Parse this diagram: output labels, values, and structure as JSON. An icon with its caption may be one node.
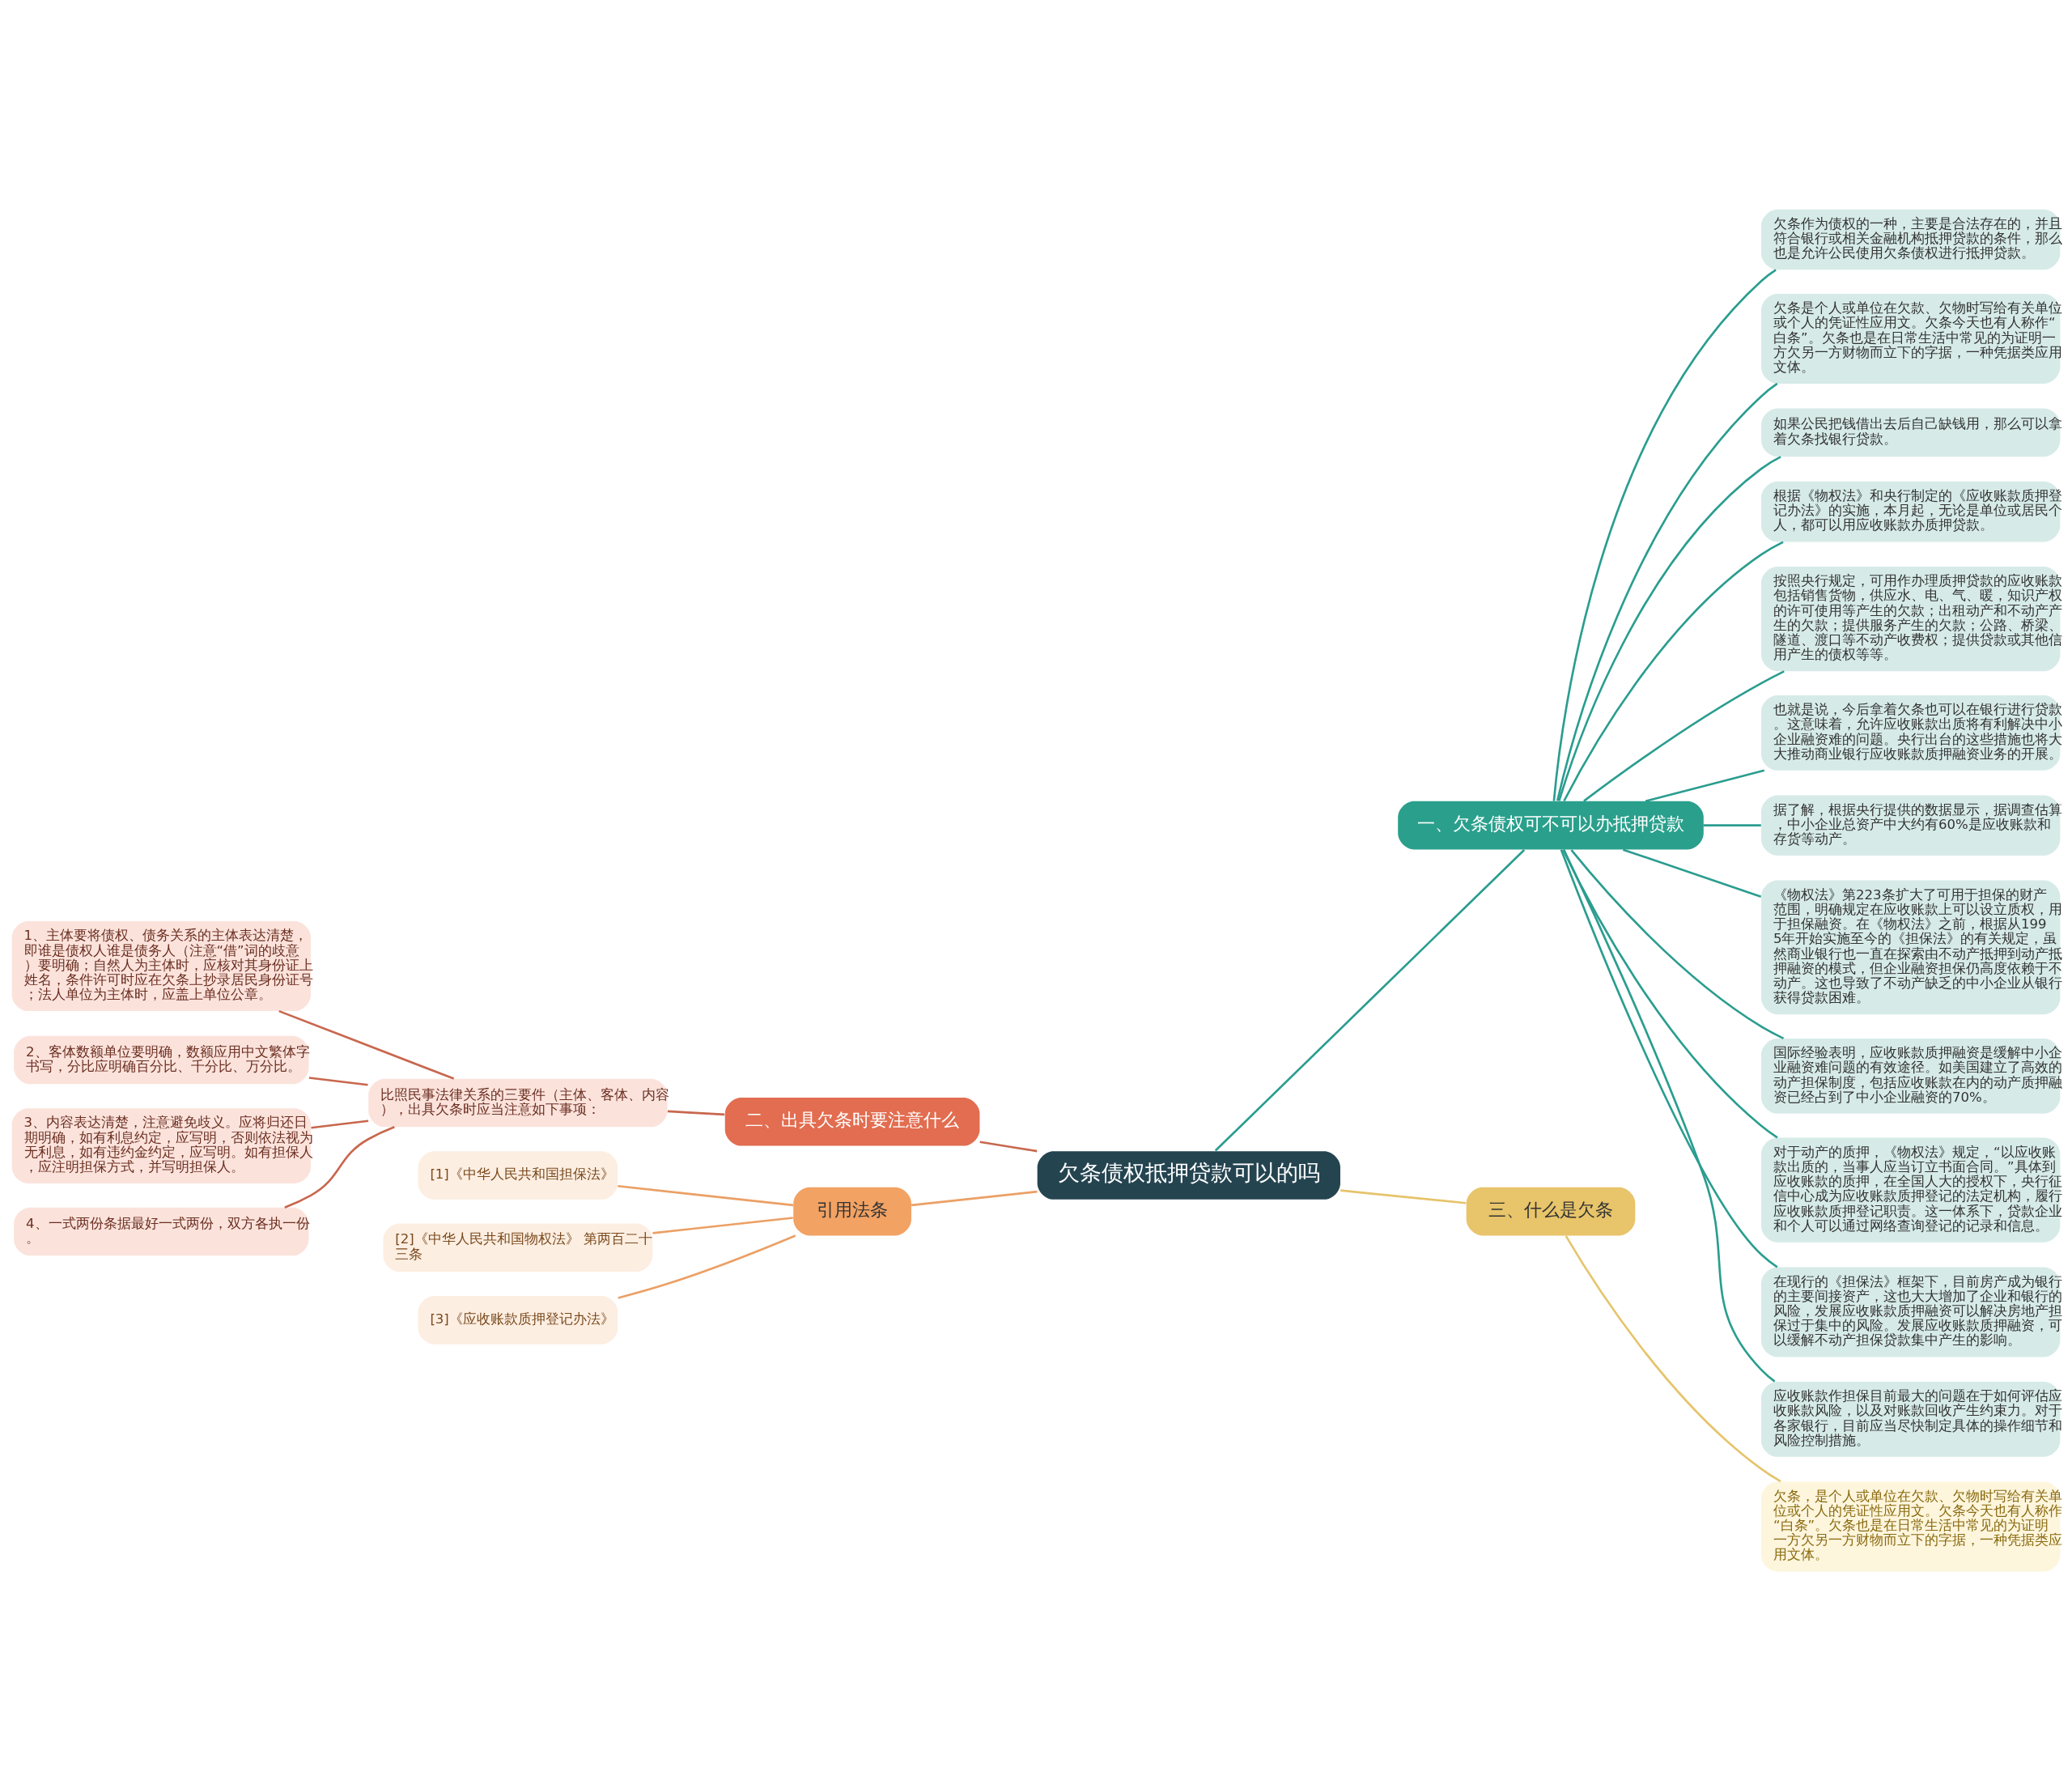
{
  "diagram": {
    "nodes": [
      {
        "text": [
          "欠条债权抵押贷款可以的吗"
        ]
      },
      {
        "text": [
          "一、欠条债权可不可以办抵押贷款"
        ]
      },
      {
        "text": [
          "欠条作为债权的一种，主要是合法存在的，并且符合银行或相关金融机构抵押贷款的条件，那么也是允许公民使用欠条债权进行抵押贷款。"
        ]
      },
      {
        "text": [
          "欠条是个人或单位在欠款、欠物时写给有关单位或个人的凭证性应用文。欠条今天也有人称作“白条”。欠条也是在日常生活中常见的为证明一方欠另一方财物而立下的字据，一种凭据类应用文体。"
        ]
      },
      {
        "text": [
          "如果公民把钱借出去后自己缺钱用，那么可以拿着欠条找银行贷款。"
        ]
      },
      {
        "text": [
          "根据《物权法》和央行制定的《应收账款质押登记办法》的实施，本月起，无论是单位或居民个人，都可以用应收账款办质押贷款。"
        ]
      },
      {
        "text": [
          "按照央行规定，可用作办理质押贷款的应收账款包括销售货物，供应水、电、气、暖，知识产权的许可使用等产生的欠款；出租动产和不动产产生的欠款；提供服务产生的欠款；公路、桥梁、隧道、渡口等不动产收费权；提供贷款或其他信用产生的债权等等。"
        ]
      },
      {
        "text": [
          "也就是说，今后拿着欠条也可以在银行进行贷款。这意味着，允许应收账款出质将有利解决中小企业融资难的问题。央行出台的这些措施也将大大推动商业银行应收账款质押融资业务的开展。"
        ]
      },
      {
        "text": [
          "据了解，根据央行提供的数据显示，据调查估算，中小企业总资产中大约有60%是应收账款和存货等动产。"
        ]
      },
      {
        "text": [
          "《物权法》第223条扩大了可用于担保的财产范围，明确规定在应收账款上可以设立质权，用于担保融资。在《物权法》之前，根据从1995年开始实施至今的《担保法》的有关规定，虽然商业银行也一直在探索由不动产抵押到动产抵押融资的模式，但企业融资担保仍高度依赖于不动产。这也导致了不动产缺乏的中小企业从银行获得贷款困难。"
        ]
      },
      {
        "text": [
          "国际经验表明，应收账款质押融资是缓解中小企业融资难问题的有效途径。如美国建立了高效的动产担保制度，包括应收账款在内的动产质押融资已经占到了中小企业融资的70%。"
        ]
      },
      {
        "text": [
          "对于动产的质押，《物权法》规定，“以应收账款出质的，当事人应当订立书面合同。”具体到应收账款的质押，在全国人大的授权下，央行征信中心成为应收账款质押登记的法定机构，履行应收账款质押登记职责。这一体系下，贷款企业和个人可以通过网络查询登记的记录和信息。"
        ]
      },
      {
        "text": [
          "在现行的《担保法》框架下，目前房产成为银行的主要间接资产，这也大大增加了企业和银行的风险，发展应收账款质押融资可以解决房地产担保过于集中的风险。发展应收账款质押融资，可以缓解不动产担保贷款集中产生的影响。"
        ]
      },
      {
        "text": [
          "应收账款作担保目前最大的问题在于如何评估应收账款风险，以及对账款回收产生约束力。对于各家银行，目前应当尽快制定具体的操作细节和风险控制措施。"
        ]
      },
      {
        "text": [
          "二、出具欠条时要注意什么"
        ]
      },
      {
        "text": [
          "比照民事法律关系的三要件（主体、客体、内容），出具欠条时应当注意如下事项："
        ]
      },
      {
        "text": [
          "1、主体要将债权、债务关系的主体表达清楚，即谁是债权人谁是债务人（注意“借”词的歧意）要明确；自然人为主体时，应核对其身份证上姓名，条件许可时应在欠条上抄录居民身份证号；法人单位为主体时，应盖上单位公章。"
        ]
      },
      {
        "text": [
          "2、客体数额单位要明确，数额应用中文繁体字书写，分比应明确百分比、千分比、万分比。"
        ]
      },
      {
        "text": [
          "3、内容表达清楚，注意避免歧义。应将归还日期明确，如有利息约定，应写明，否则依法视为无利息，如有违约金约定，应写明。如有担保人，应注明担保方式，并写明担保人。"
        ]
      },
      {
        "text": [
          "4、一式两份条据最好一式两份，双方各执一份。"
        ]
      },
      {
        "text": [
          "引用法条"
        ]
      },
      {
        "text": [
          "[1]《中华人民共和国担保法》"
        ]
      },
      {
        "text": [
          "[2]《中华人民共和国物权法》 第两百二十三条"
        ]
      },
      {
        "text": [
          "[3]《应收账款质押登记办法》"
        ]
      },
      {
        "text": [
          "三、什么是欠条"
        ]
      },
      {
        "text": [
          "欠条，是个人或单位在欠款、欠物时写给有关单位或个人的凭证性应用文。欠条今天也有人称作“白条”。欠条也是在日常生活中常见的为证明一方欠另一方财物而立下的字据，一种凭据类应用文体。"
        ]
      }
    ],
    "edges": [
      {
        "from": 0,
        "to": 1,
        "arrow": "none"
      },
      {
        "from": 1,
        "to": 2,
        "arrow": "none"
      },
      {
        "from": 1,
        "to": 3,
        "arrow": "none"
      },
      {
        "from": 1,
        "to": 4,
        "arrow": "none"
      },
      {
        "from": 1,
        "to": 5,
        "arrow": "none"
      },
      {
        "from": 1,
        "to": 6,
        "arrow": "none"
      },
      {
        "from": 1,
        "to": 7,
        "arrow": "none"
      },
      {
        "from": 1,
        "to": 8,
        "arrow": "none"
      },
      {
        "from": 1,
        "to": 9,
        "arrow": "none"
      },
      {
        "from": 1,
        "to": 10,
        "arrow": "none"
      },
      {
        "from": 1,
        "to": 11,
        "arrow": "none"
      },
      {
        "from": 1,
        "to": 12,
        "arrow": "none"
      },
      {
        "from": 1,
        "to": 13,
        "arrow": "none"
      },
      {
        "from": 0,
        "to": 14,
        "arrow": "none",
        "color": "#c8674e"
      },
      {
        "from": 14,
        "to": 15,
        "arrow": "none",
        "color": "#c8674e"
      },
      {
        "from": 15,
        "to": 16,
        "arrow": "none",
        "color": "#c8674e"
      },
      {
        "from": 15,
        "to": 17,
        "arrow": "none",
        "color": "#c8674e"
      },
      {
        "from": 15,
        "to": 18,
        "arrow": "none",
        "color": "#c8674e"
      },
      {
        "from": 15,
        "to": 19,
        "arrow": "none",
        "color": "#c8674e"
      },
      {
        "from": 0,
        "to": 20,
        "arrow": "none",
        "color": "#eba065"
      },
      {
        "from": 20,
        "to": 21,
        "arrow": "none",
        "color": "#eba065"
      },
      {
        "from": 20,
        "to": 22,
        "arrow": "none",
        "color": "#eba065"
      },
      {
        "from": 20,
        "to": 23,
        "arrow": "none",
        "color": "#eba065"
      },
      {
        "from": 0,
        "to": 24,
        "arrow": "none",
        "color": "#e6c46c"
      },
      {
        "from": 24,
        "to": 25,
        "arrow": "none",
        "color": "#e6c46c"
      }
    ]
  }
}
